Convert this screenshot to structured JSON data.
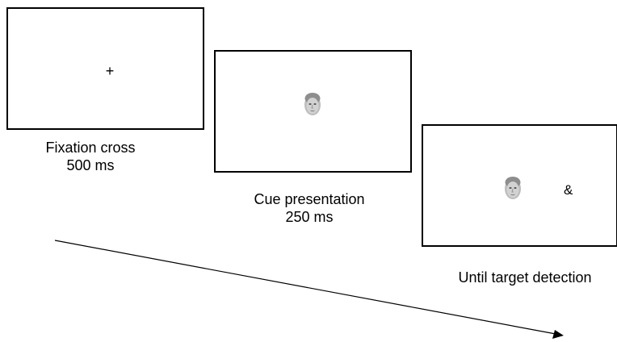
{
  "frames": [
    {
      "stimulus": "+",
      "label": "Fixation cross",
      "duration": "500 ms"
    },
    {
      "stimulus": "face",
      "label": "Cue presentation",
      "duration": "250 ms"
    },
    {
      "stimulus": "face",
      "target": "&",
      "label": "Until target detection",
      "duration": ""
    }
  ],
  "icons": {
    "face": "face-photo-icon",
    "arrow": "arrowhead-icon"
  }
}
